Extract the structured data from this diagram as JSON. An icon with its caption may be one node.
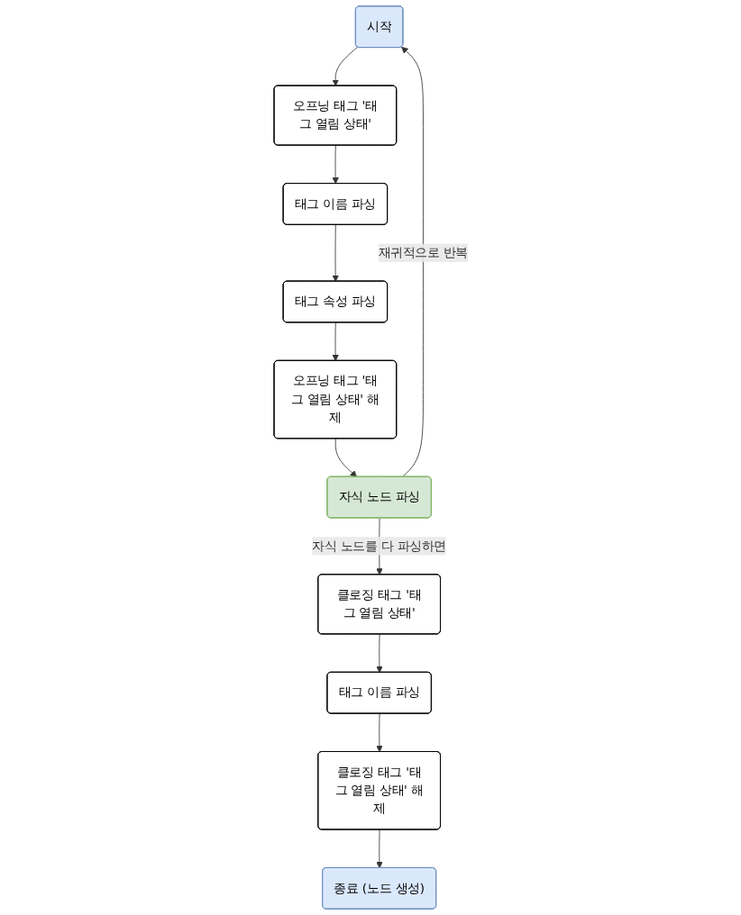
{
  "diagram": {
    "nodes": [
      {
        "text": [
          "시작"
        ]
      },
      {
        "text": [
          "오프닝 태그 '태그 열림 상태'"
        ]
      },
      {
        "text": [
          "태그 이름 파싱"
        ]
      },
      {
        "text": [
          "태그 속성 파싱"
        ]
      },
      {
        "text": [
          "오프닝 태그 '태그 열림 상태' 해제"
        ]
      },
      {
        "text": [
          "자식 노드 파싱"
        ]
      },
      {
        "text": [
          "클로징 태그 '태그 열림 상태'"
        ]
      },
      {
        "text": [
          "태그 이름 파싱"
        ]
      },
      {
        "text": [
          "클로징 태그 '태그 열림 상태' 해제"
        ]
      },
      {
        "text": [
          "종료 (노드 생성)"
        ]
      }
    ],
    "edges": [
      {
        "from": 0,
        "to": 1,
        "arrow": "to"
      },
      {
        "from": 1,
        "to": 2,
        "arrow": "to"
      },
      {
        "from": 2,
        "to": 3,
        "arrow": "to"
      },
      {
        "from": 3,
        "to": 4,
        "arrow": "to"
      },
      {
        "from": 4,
        "to": 5,
        "arrow": "to"
      },
      {
        "from": 5,
        "to": 0,
        "arrow": "to",
        "label": "재귀적으로 반복"
      },
      {
        "from": 5,
        "to": 6,
        "arrow": "to",
        "label": "자식 노드를 다 파싱하면"
      },
      {
        "from": 6,
        "to": 7,
        "arrow": "to"
      },
      {
        "from": 7,
        "to": 8,
        "arrow": "to"
      },
      {
        "from": 8,
        "to": 9,
        "arrow": "to"
      }
    ]
  }
}
